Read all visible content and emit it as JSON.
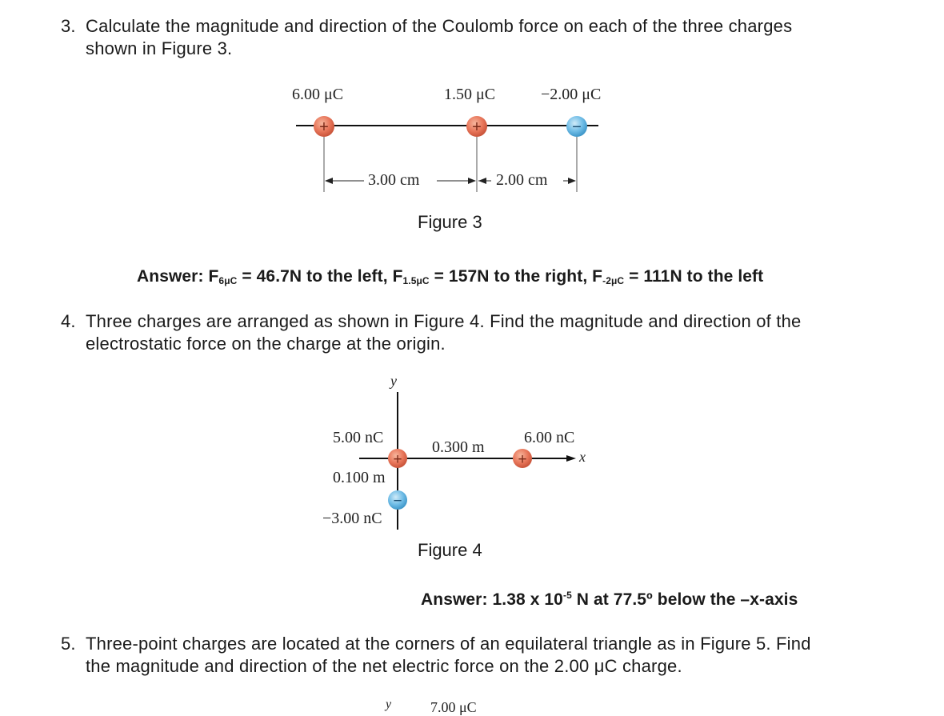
{
  "q3": {
    "number": "3.",
    "text_line1": "Calculate the magnitude and direction of the Coulomb force on each of the three charges",
    "text_line2": "shown in Figure 3.",
    "figure": {
      "charge_labels": [
        "6.00 μC",
        "1.50 μC",
        "−2.00 μC"
      ],
      "dist_1": "3.00 cm",
      "dist_2": "2.00 cm",
      "signs": [
        "+",
        "+",
        "−"
      ]
    },
    "caption": "Figure 3",
    "answer": {
      "prefix": "Answer: F",
      "sub1": "6μC",
      "part1": " = 46.7N to the left, F",
      "sub2": "1.5μC",
      "part2": " = 157N to the right, F",
      "sub3": "-2μC",
      "part3": " = 111N to the left"
    }
  },
  "q4": {
    "number": "4.",
    "text_line1": "Three charges are arranged as shown in Figure 4. Find the magnitude and direction of the",
    "text_line2": "electrostatic force on the charge at the origin.",
    "figure": {
      "y_axis": "y",
      "x_axis": "x",
      "origin_charge": "5.00 nC",
      "right_charge": "6.00 nC",
      "below_charge": "−3.00 nC",
      "dist_x": "0.300 m",
      "dist_y": "0.100 m",
      "signs": [
        "+",
        "+",
        "−"
      ]
    },
    "caption": "Figure 4",
    "answer": {
      "prefix": "Answer: 1.38 x 10",
      "sup": "-5",
      "suffix": " N at 77.5º below the –x-axis"
    }
  },
  "q5": {
    "number": "5.",
    "text_line1": "Three-point charges are located at the corners of an equilateral triangle as in Figure 5. Find",
    "text_line2": "the magnitude and direction of the net electric force on the 2.00 μC charge.",
    "figure": {
      "y_axis": "y",
      "top_charge": "7.00 μC"
    }
  }
}
